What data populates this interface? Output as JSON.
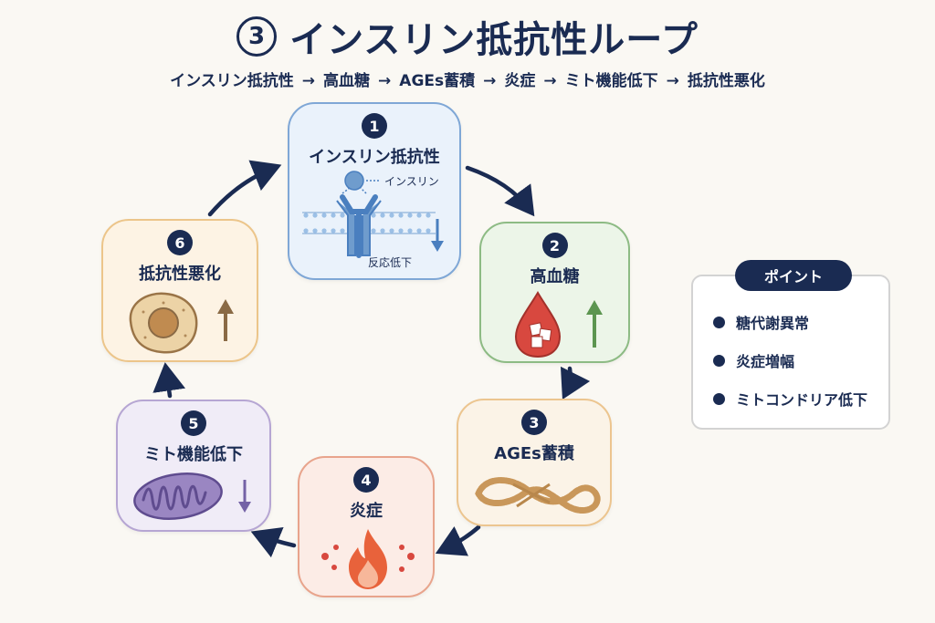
{
  "header": {
    "number": "3",
    "title": "インスリン抵抗性ループ",
    "chain": [
      "インスリン抵抗性",
      "高血糖",
      "AGEs蓄積",
      "炎症",
      "ミト機能低下",
      "抵抗性悪化"
    ],
    "arrow": "→"
  },
  "nodes": [
    {
      "num": "1",
      "label": "インスリン抵抗性",
      "annotation": "インスリン",
      "caption": "反応低下",
      "color": "#eaf2fb",
      "border": "#7fa7d6",
      "arrow_color": "#4a7fbf",
      "direction": "down"
    },
    {
      "num": "2",
      "label": "高血糖",
      "color": "#ecf5e8",
      "border": "#8dbb84",
      "arrow_color": "#5c9550",
      "direction": "up"
    },
    {
      "num": "3",
      "label": "AGEs蓄積",
      "color": "#fbf3e7",
      "border": "#ecc58f"
    },
    {
      "num": "4",
      "label": "炎症",
      "color": "#fcece6",
      "border": "#e8a48c"
    },
    {
      "num": "5",
      "label": "ミト機能低下",
      "color": "#f0ecf7",
      "border": "#b6a6d3",
      "arrow_color": "#7462a6",
      "direction": "down"
    },
    {
      "num": "6",
      "label": "抵抗性悪化",
      "color": "#fdf3e4",
      "border": "#ecc58a",
      "arrow_color": "#8a6a45",
      "direction": "up"
    }
  ],
  "points": {
    "title": "ポイント",
    "items": [
      "糖代謝異常",
      "炎症増幅",
      "ミトコンドリア低下"
    ]
  },
  "colors": {
    "navy": "#1a2b52",
    "background": "#faf8f3"
  }
}
